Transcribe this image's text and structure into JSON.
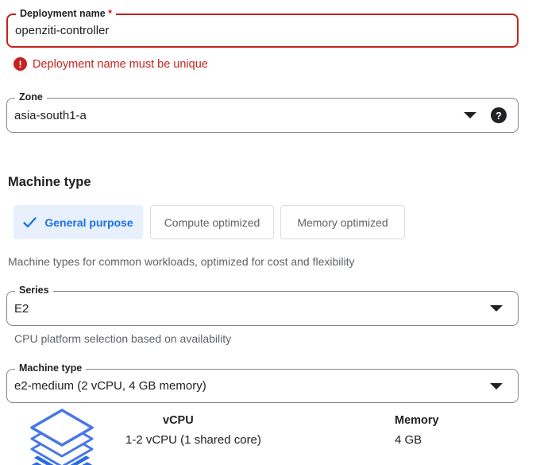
{
  "deployment": {
    "label": "Deployment name",
    "required_mark": "*",
    "value": "openziti-controller",
    "error": "Deployment name must be unique",
    "error_glyph": "!"
  },
  "zone": {
    "label": "Zone",
    "value": "asia-south1-a",
    "help_glyph": "?"
  },
  "machine": {
    "heading": "Machine type",
    "tabs": [
      {
        "label": "General purpose",
        "selected": true
      },
      {
        "label": "Compute optimized",
        "selected": false
      },
      {
        "label": "Memory optimized",
        "selected": false
      }
    ],
    "description": "Machine types for common workloads, optimized for cost and flexibility",
    "series": {
      "label": "Series",
      "value": "E2",
      "helper": "CPU platform selection based on availability"
    },
    "type_select": {
      "label": "Machine type",
      "value": "e2-medium (2 vCPU, 4 GB memory)"
    },
    "specs": {
      "columns": [
        "vCPU",
        "Memory"
      ],
      "values": [
        "1-2 vCPU (1 shared core)",
        "4 GB"
      ]
    }
  },
  "colors": {
    "error_red": "#c5221f",
    "accent_blue": "#1a73e8",
    "selected_tab_bg": "#e8f0fe",
    "text_dark": "#202124",
    "text_gray": "#5f6368",
    "field_border_gray": "#80868b",
    "tab_border_gray": "#dadce0",
    "layers_icon_outline": "#4677e8",
    "layers_icon_fill": "#2a6ce0"
  }
}
